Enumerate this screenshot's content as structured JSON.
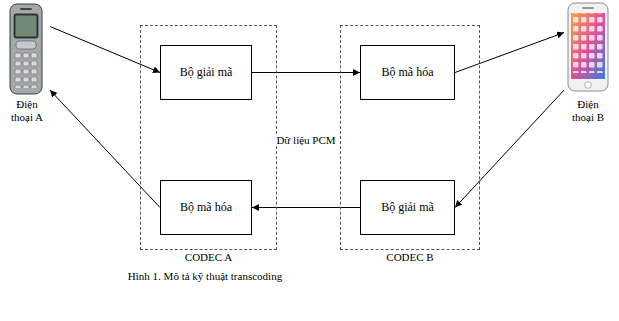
{
  "diagram": {
    "caption": "Hình 1. Mô tả kỹ thuật transcoding",
    "nodes": [
      {
        "text": [
          "Điện thoại A"
        ]
      },
      {
        "text": [
          "CODEC A"
        ]
      },
      {
        "text": [
          "Bộ giải mã"
        ],
        "in": 1
      },
      {
        "text": [
          "Bộ mã hóa"
        ],
        "in": 1
      },
      {
        "text": [
          "CODEC B"
        ]
      },
      {
        "text": [
          "Bộ mã hóa"
        ],
        "in": 4
      },
      {
        "text": [
          "Bộ giải mã"
        ],
        "in": 4
      },
      {
        "text": [
          "Điện thoại B"
        ]
      }
    ],
    "edges": [
      {
        "from": 0,
        "to": 2,
        "arrow": "to"
      },
      {
        "from": 2,
        "to": 5,
        "arrow": "to"
      },
      {
        "from": 5,
        "to": 7,
        "arrow": "to"
      },
      {
        "from": 7,
        "to": 6,
        "arrow": "to"
      },
      {
        "from": 6,
        "to": 3,
        "arrow": "to"
      },
      {
        "from": 3,
        "to": 0,
        "arrow": "to"
      }
    ],
    "labels": [
      "Dữ liệu PCM"
    ]
  }
}
